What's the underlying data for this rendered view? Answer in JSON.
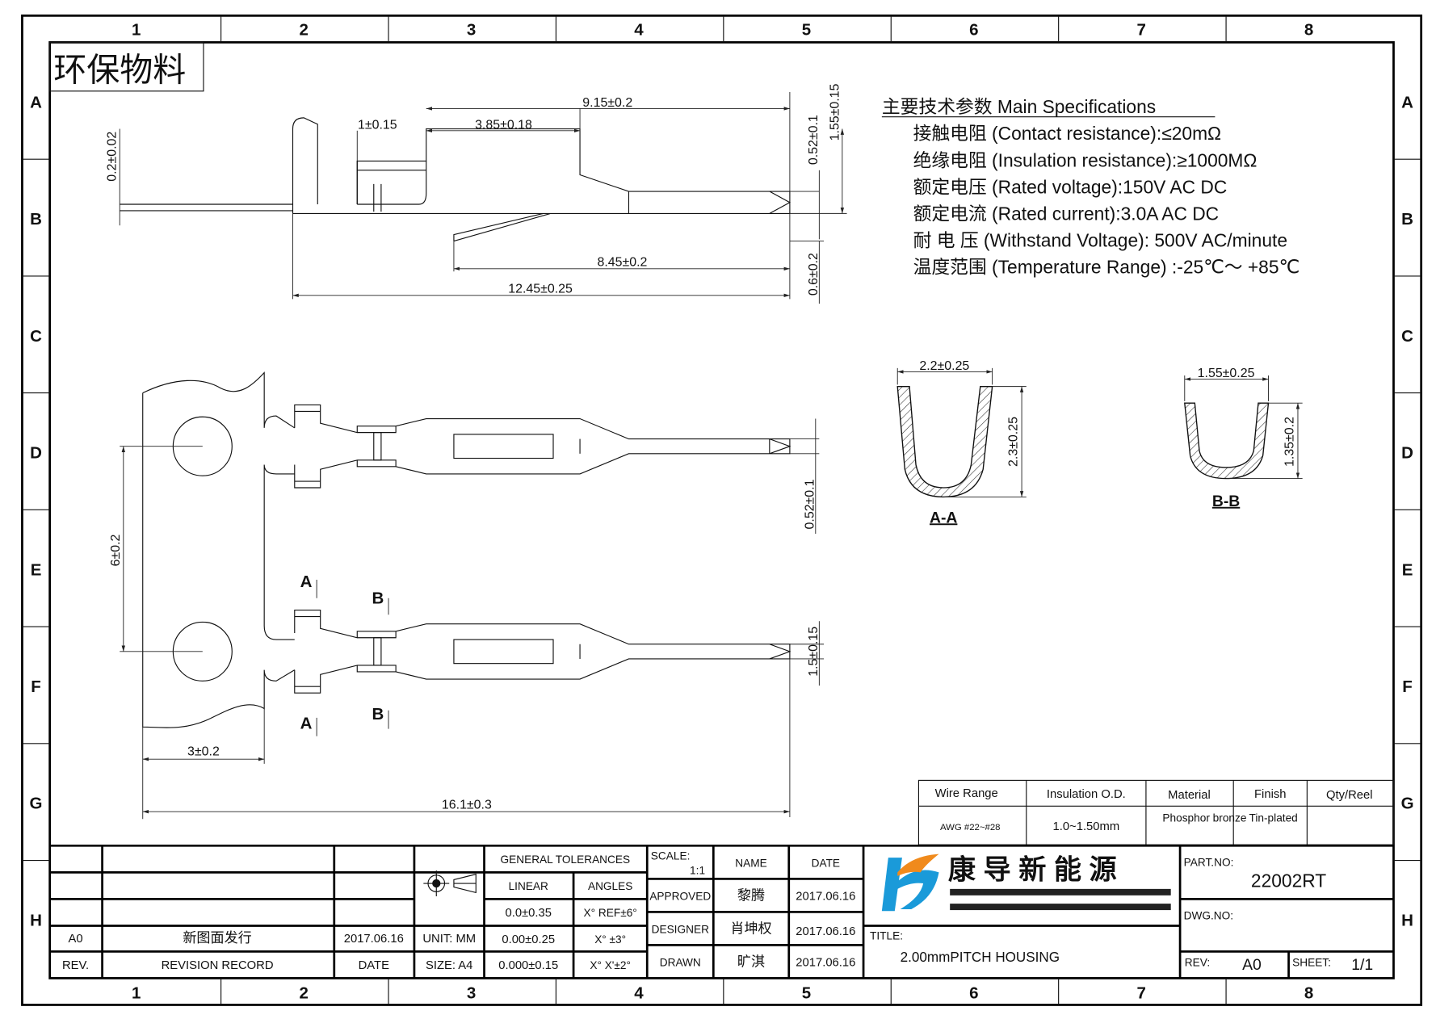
{
  "frame": {
    "columns": [
      "1",
      "2",
      "3",
      "4",
      "5",
      "6",
      "7",
      "8"
    ],
    "rows": [
      "A",
      "B",
      "C",
      "D",
      "E",
      "F",
      "G",
      "H"
    ]
  },
  "stamp": "环保物料",
  "side_view_dims": {
    "d1": "9.15±0.2",
    "d2": "3.85±0.18",
    "d3": "1±0.15",
    "d4": "0.2±0.02",
    "d5": "0.52±0.1",
    "d6": "1.55±0.15",
    "d7": "8.45±0.2",
    "d8": "12.45±0.25",
    "d9": "0.6±0.2"
  },
  "plan_view_dims": {
    "pitch": "6±0.2",
    "pin_width": "0.52±0.1",
    "width": "1.5±0.15",
    "carrier": "3±0.2",
    "total": "16.1±0.3",
    "section_a": "A",
    "section_b": "B"
  },
  "specs": {
    "title": "主要技术参数 Main Specifications",
    "items": [
      "接触电阻 (Contact resistance):≤20mΩ",
      "绝缘电阻 (Insulation resistance):≥1000MΩ",
      "额定电压 (Rated voltage):150V AC DC",
      "额定电流 (Rated current):3.0A AC DC",
      "耐 电 压 (Withstand Voltage): 500V AC/minute",
      "温度范围 (Temperature Range) :-25℃～ +85℃"
    ]
  },
  "sections": {
    "aa": {
      "label": "A-A",
      "width": "2.2±0.25",
      "height": "2.3±0.25"
    },
    "bb": {
      "label": "B-B",
      "width": "1.55±0.25",
      "height": "1.35±0.2"
    }
  },
  "wire_table": {
    "headers": [
      "Wire Range",
      "Insulation O.D.",
      "Material",
      "Finish",
      "Qty/Reel"
    ],
    "values": [
      "AWG #22~#28",
      "1.0~1.50mm",
      "Phosphor bronze",
      "Tin-plated",
      ""
    ]
  },
  "title_block": {
    "revision": {
      "rev": "A0",
      "record": "新图面发行",
      "date": "2017.06.16",
      "rev_h": "REV.",
      "record_h": "REVISION RECORD",
      "date_h": "DATE"
    },
    "unit": "UNIT: MM",
    "size": "SIZE: A4",
    "tolerances": {
      "title": "GENERAL TOLERANCES",
      "linear_h": "LINEAR",
      "angles_h": "ANGLES",
      "linear": [
        "0.0±0.35",
        "0.00±0.25",
        "0.000±0.15"
      ],
      "angles": [
        "X° REF±6°",
        "X° ±3°",
        "X° X'±2°"
      ]
    },
    "scale_label": "SCALE:",
    "scale": "1:1",
    "name_h": "NAME",
    "date_h": "DATE",
    "signoffs": [
      {
        "role": "APPROVED",
        "name": "黎腾",
        "date": "2017.06.16"
      },
      {
        "role": "DESIGNER",
        "name": "肖坤权",
        "date": "2017.06.16"
      },
      {
        "role": "DRAWN",
        "name": "旷淇",
        "date": "2017.06.16"
      }
    ],
    "company": "康 导 新 能 源",
    "title_label": "TITLE:",
    "title": "2.00mmPITCH HOUSING",
    "part_no_label": "PART.NO:",
    "part_no": "22002RT",
    "dwg_no_label": "DWG.NO:",
    "rev_label": "REV:",
    "rev": "A0",
    "sheet_label": "SHEET:",
    "sheet": "1/1"
  },
  "colors": {
    "logo_blue": "#1a9ad9",
    "logo_orange": "#f08a1c"
  }
}
